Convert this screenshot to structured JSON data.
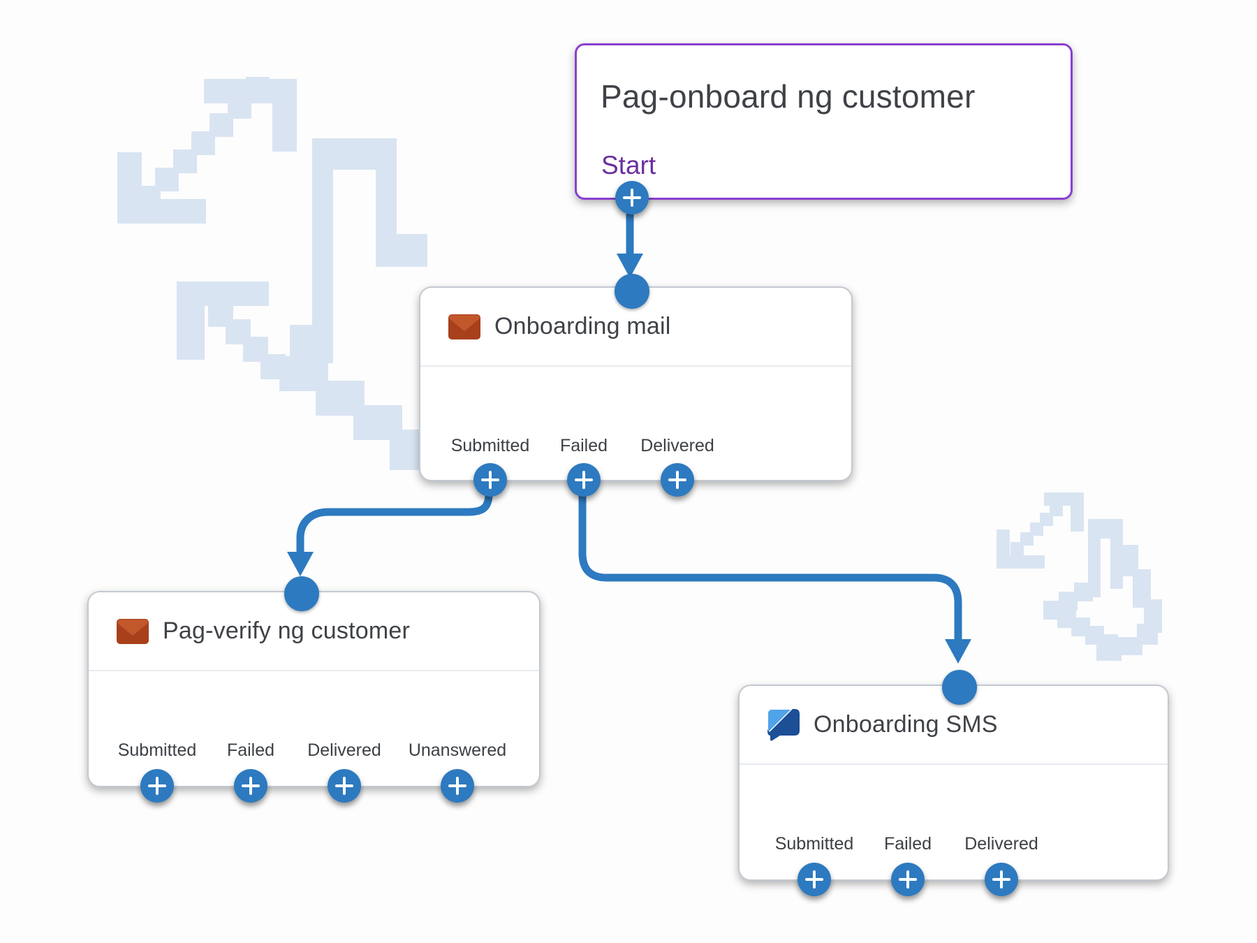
{
  "app": {
    "view": "workflow-builder-canvas"
  },
  "colors": {
    "accent_blue": "#2d7ac0",
    "start_border_purple": "#8a3fd0",
    "start_text_purple": "#6b2f9f",
    "title_gray": "#3f4247",
    "label_gray": "#3c4146",
    "decoration_blue": "#d9e4f2",
    "email_icon_red": "#a8401b",
    "email_icon_flap": "#c2572c",
    "sms_icon_light_blue": "#4fa3e8",
    "sms_icon_dark_blue": "#1c4f96",
    "node_background": "#ffffff"
  },
  "nodes": {
    "start": {
      "title": "Pag-onboard ng customer",
      "status_label": "Start"
    },
    "onboarding_mail": {
      "title": "Onboarding mail",
      "icon": "email-icon",
      "outputs": [
        "Submitted",
        "Failed",
        "Delivered"
      ]
    },
    "verify": {
      "title": "Pag-verify ng customer",
      "icon": "email-icon",
      "outputs": [
        "Submitted",
        "Failed",
        "Delivered",
        "Unanswered"
      ]
    },
    "onboarding_sms": {
      "title": "Onboarding SMS",
      "icon": "sms-icon",
      "outputs": [
        "Submitted",
        "Failed",
        "Delivered"
      ]
    }
  },
  "connectors": [
    {
      "from": "start",
      "to": "onboarding_mail"
    },
    {
      "from": "onboarding_mail.Submitted",
      "to": "verify"
    },
    {
      "from": "onboarding_mail.Failed",
      "to": "onboarding_sms"
    }
  ]
}
